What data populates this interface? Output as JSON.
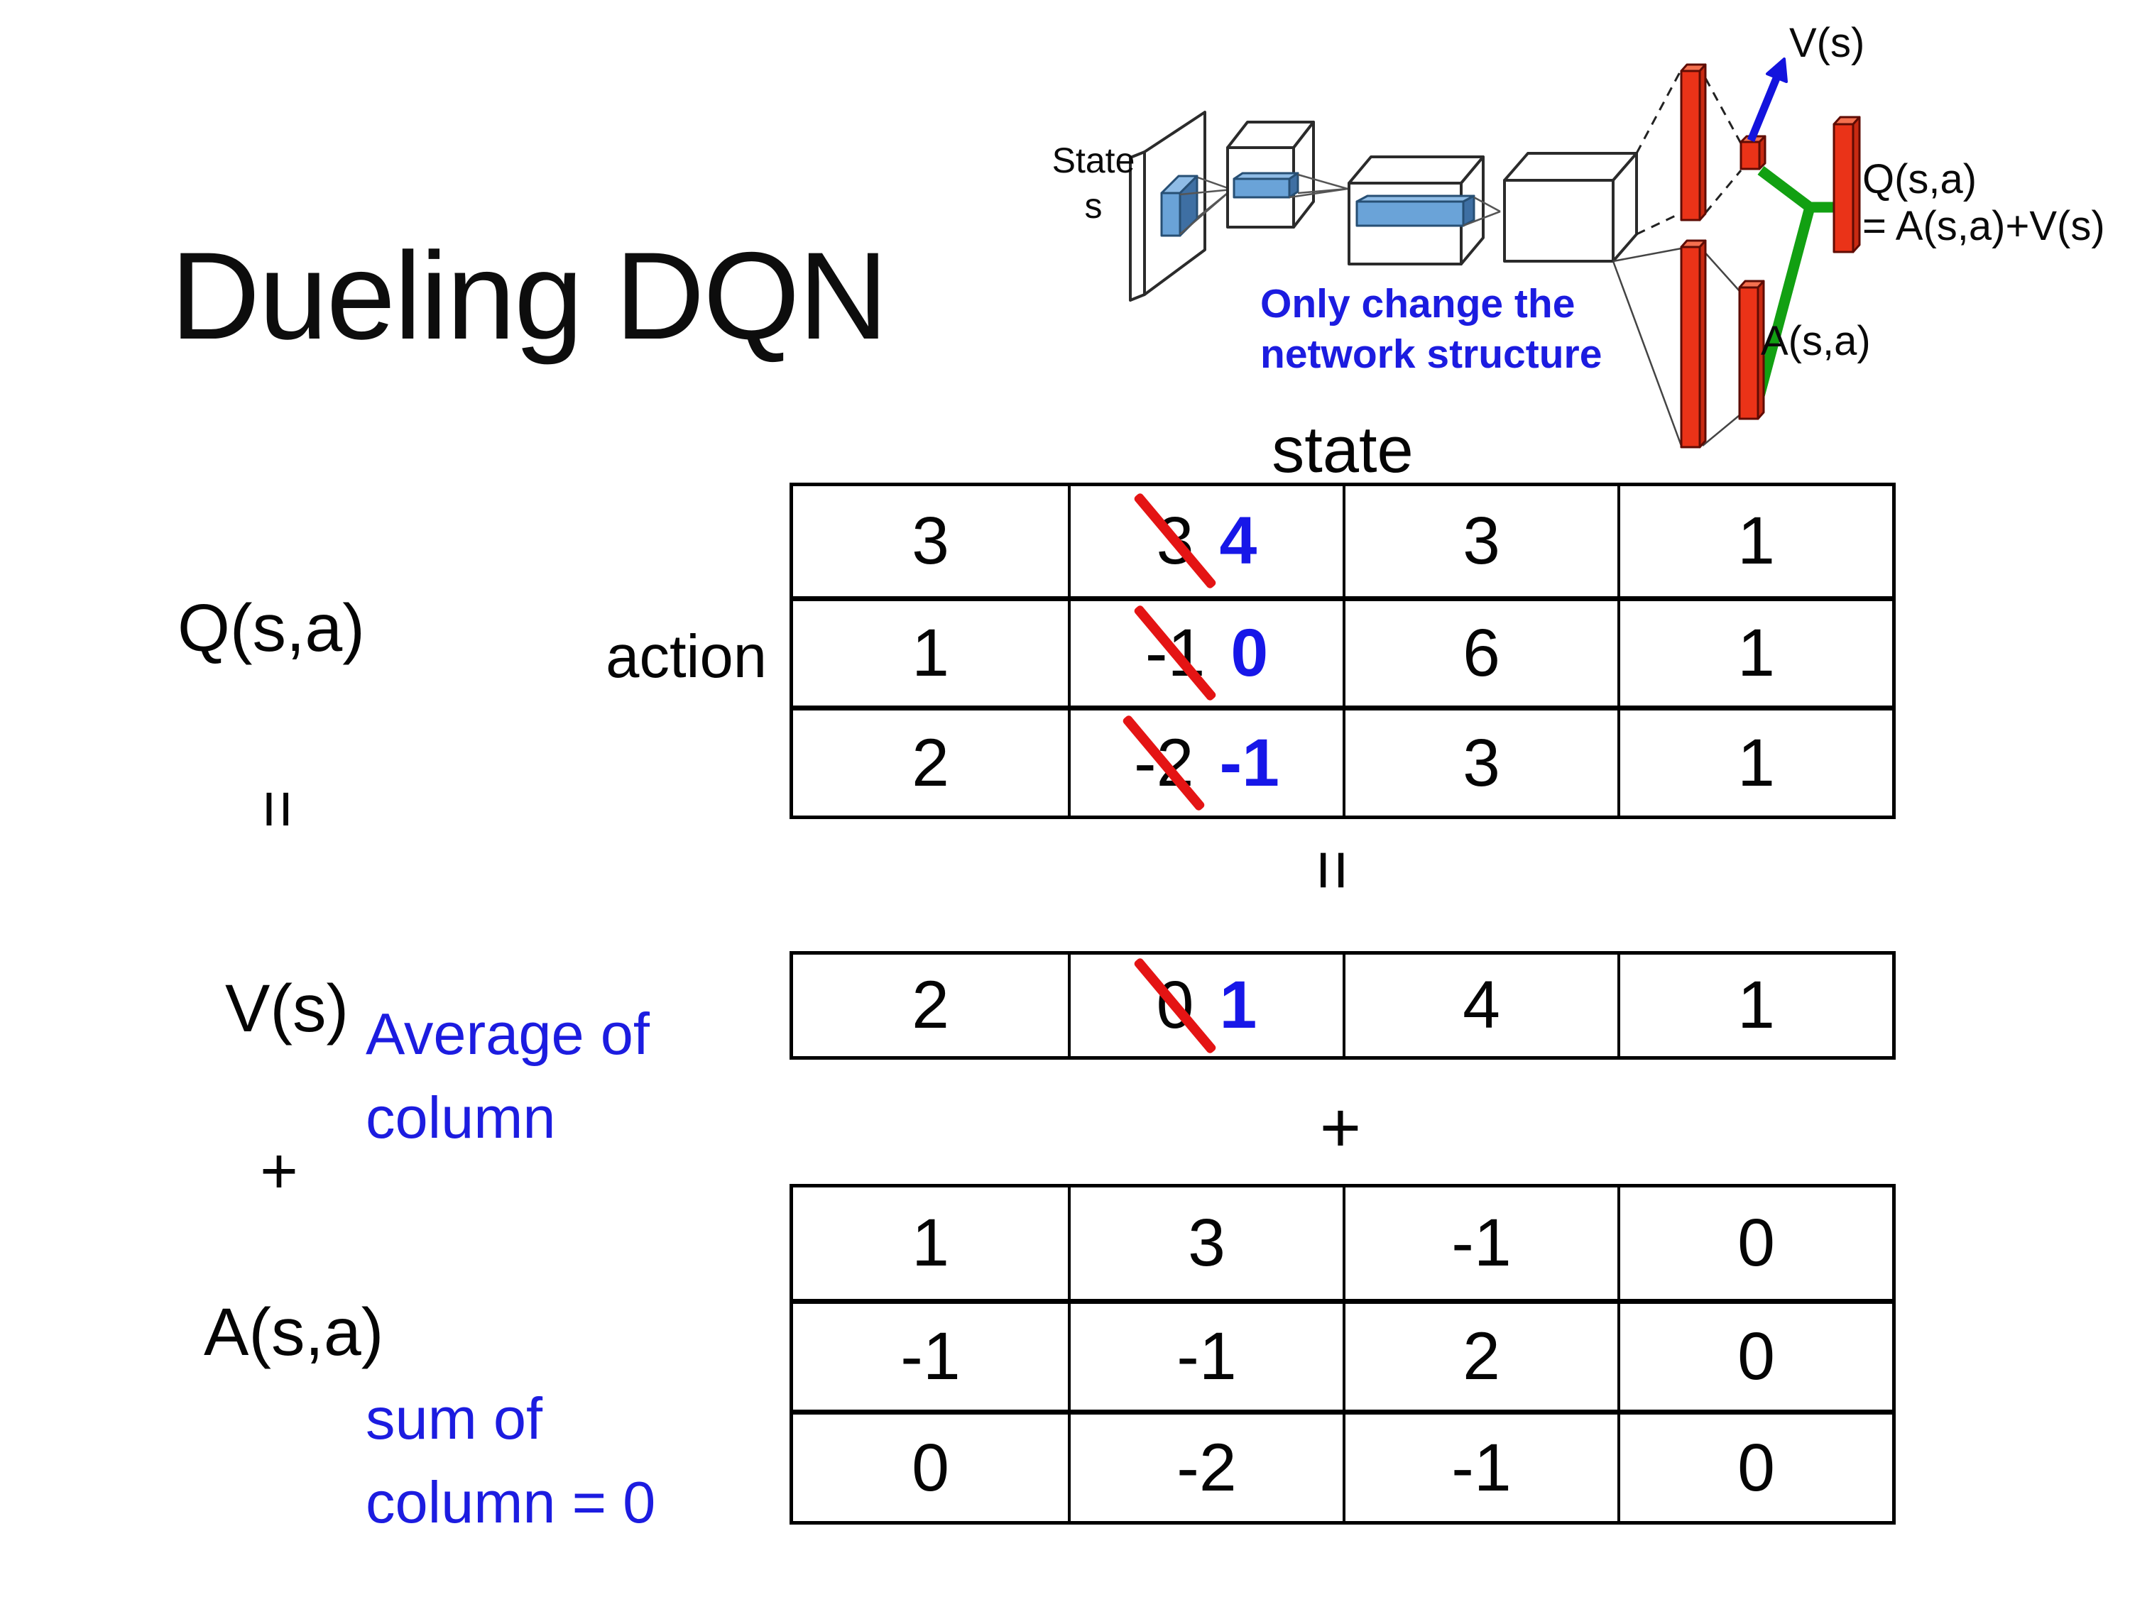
{
  "title": "Dueling DQN",
  "colors": {
    "note_blue": "#1c1ce0",
    "number_blue": "#1717e8",
    "strike_red": "#e41414",
    "bar_red": "#ea3318",
    "merge_green": "#12a012",
    "conv_blue": "#6aa3d8"
  },
  "diagram": {
    "state_label_line1": "State",
    "state_label_line2": "s",
    "caption_line1": "Only change the",
    "caption_line2": "network structure",
    "v_out_label": "V(s)",
    "q_out_label_line1": "Q(s,a)",
    "q_out_label_line2": "= A(s,a)+V(s)",
    "a_out_label": "A(s,a)"
  },
  "labels": {
    "q_matrix": "Q(s,a)",
    "action": "action",
    "state": "state",
    "v_matrix": "V(s)",
    "a_matrix": "A(s,a)",
    "equals_left": "=",
    "equals_center": "=",
    "plus_left": "+",
    "plus_center": "+",
    "avg_note_line1": "Average of",
    "avg_note_line2": "column",
    "sum_note_line1": "sum of",
    "sum_note_line2": "column = 0"
  },
  "tables": {
    "q": {
      "rows": [
        {
          "cells": [
            {
              "v": "3"
            },
            {
              "old": "3",
              "new": "4"
            },
            {
              "v": "3"
            },
            {
              "v": "1"
            }
          ]
        },
        {
          "cells": [
            {
              "v": "1"
            },
            {
              "old": "-1",
              "new": "0"
            },
            {
              "v": "6"
            },
            {
              "v": "1"
            }
          ]
        },
        {
          "cells": [
            {
              "v": "2"
            },
            {
              "old": "-2",
              "new": "-1"
            },
            {
              "v": "3"
            },
            {
              "v": "1"
            }
          ]
        }
      ]
    },
    "v": {
      "rows": [
        {
          "cells": [
            {
              "v": "2"
            },
            {
              "old": "0",
              "new": "1"
            },
            {
              "v": "4"
            },
            {
              "v": "1"
            }
          ]
        }
      ]
    },
    "a": {
      "rows": [
        {
          "cells": [
            {
              "v": "1"
            },
            {
              "v": "3"
            },
            {
              "v": "-1"
            },
            {
              "v": "0"
            }
          ]
        },
        {
          "cells": [
            {
              "v": "-1"
            },
            {
              "v": "-1"
            },
            {
              "v": "2"
            },
            {
              "v": "0"
            }
          ]
        },
        {
          "cells": [
            {
              "v": "0"
            },
            {
              "v": "-2"
            },
            {
              "v": "-1"
            },
            {
              "v": "0"
            }
          ]
        }
      ]
    }
  }
}
